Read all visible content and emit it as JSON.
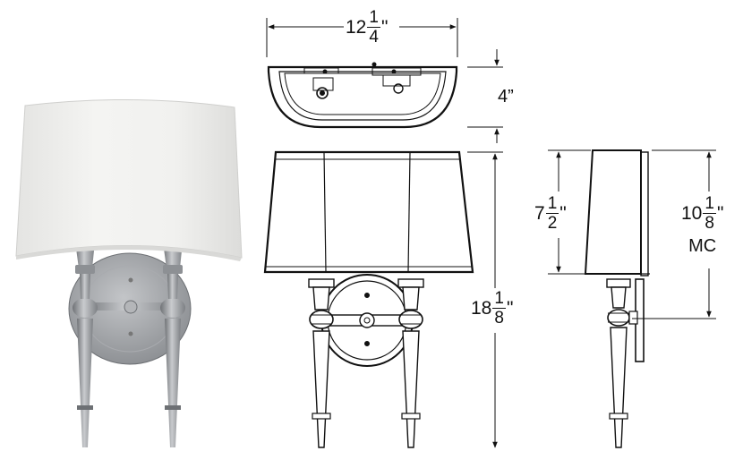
{
  "dimensions": {
    "width": {
      "whole": "12",
      "num": "1",
      "den": "4",
      "unit": "\""
    },
    "depth": {
      "text": "4”"
    },
    "shade_height": {
      "whole": "7",
      "num": "1",
      "den": "2",
      "unit": "\""
    },
    "mount_center": {
      "whole": "10",
      "num": "1",
      "den": "8",
      "unit": "\"",
      "suffix": "MC"
    },
    "overall_height": {
      "whole": "18",
      "num": "1",
      "den": "8",
      "unit": "\""
    }
  },
  "colors": {
    "line": "#111111",
    "shade_photo": "#eeeeec",
    "metal_photo": "#9a9ca0"
  }
}
